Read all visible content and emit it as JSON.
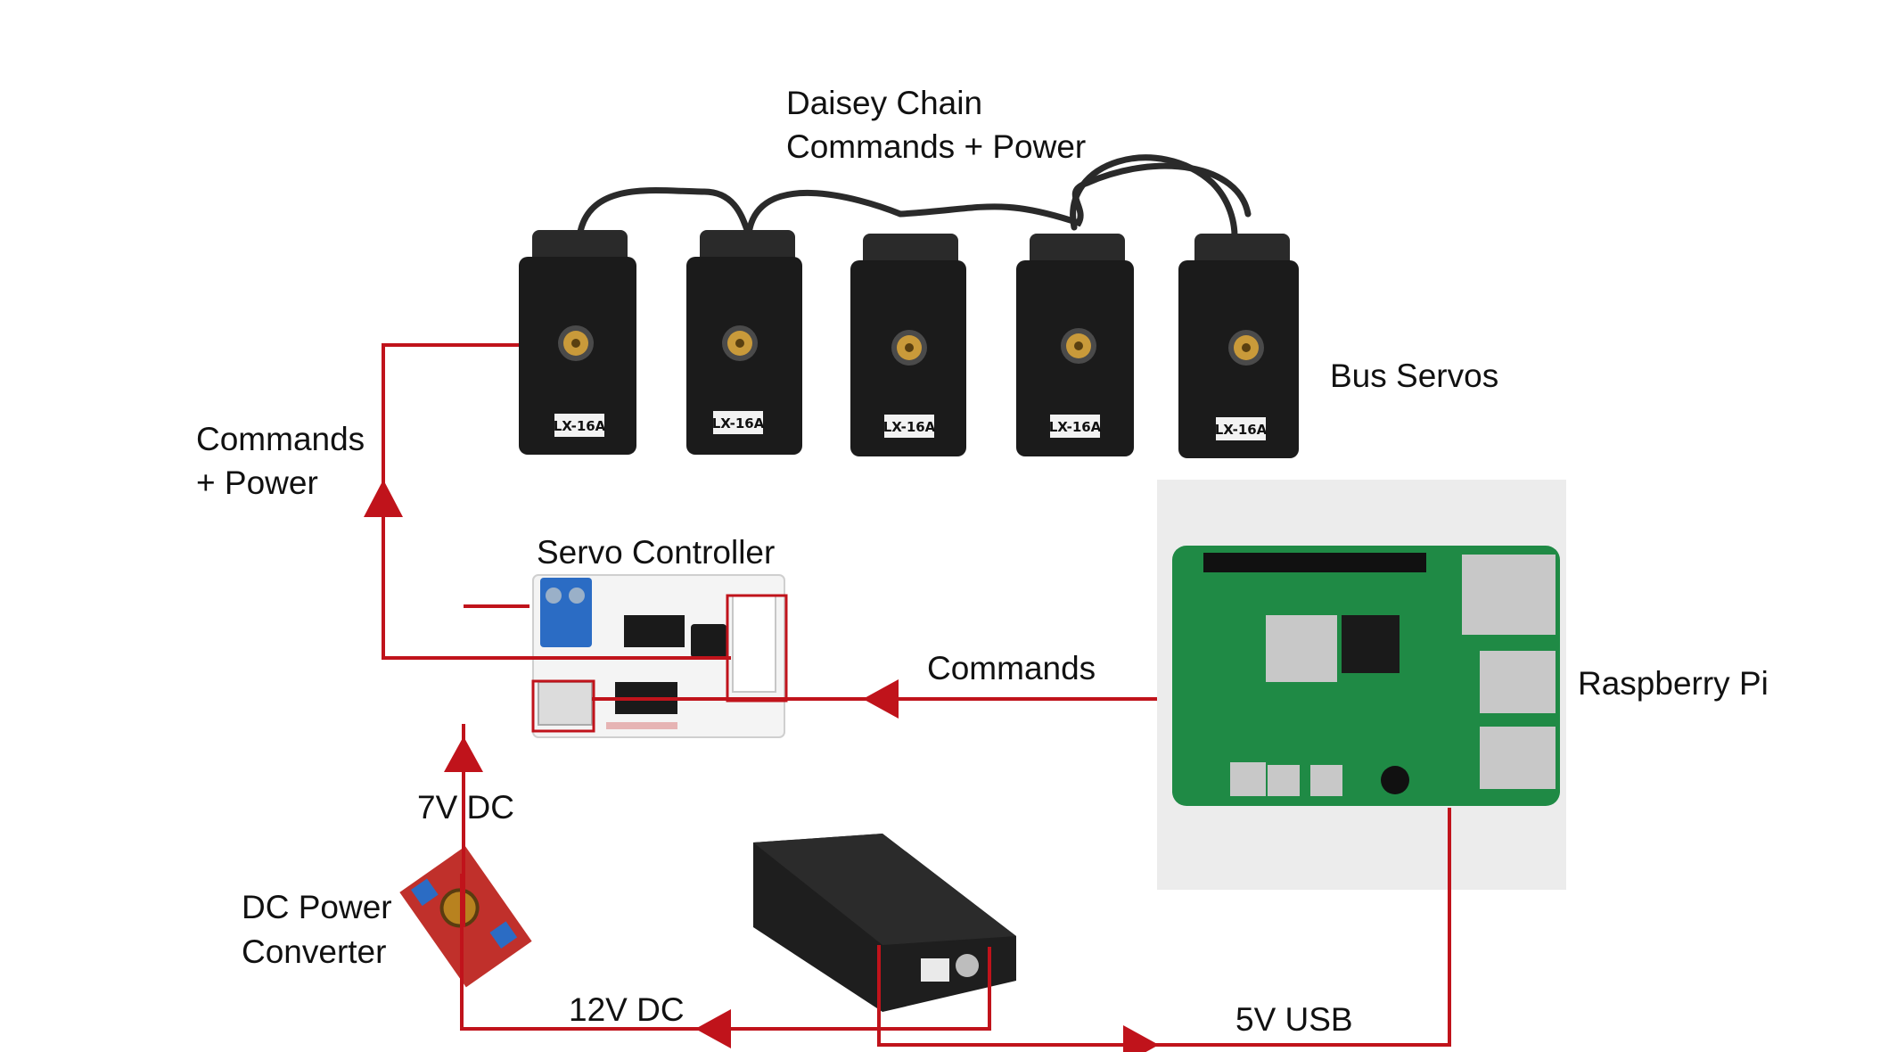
{
  "labels": {
    "daisy_chain_line1": "Daisey Chain",
    "daisy_chain_line2": "Commands + Power",
    "bus_servos": "Bus Servos",
    "commands_power_line1": "Commands",
    "commands_power_line2": "+ Power",
    "servo_controller": "Servo Controller",
    "commands": "Commands",
    "raspberry_pi": "Raspberry Pi",
    "seven_v_dc": "7V DC",
    "dc_power_converter_line1": "DC Power",
    "dc_power_converter_line2": "Converter",
    "twelve_v_dc": "12V DC",
    "five_v_usb": "5V USB"
  },
  "servos": [
    {
      "model": "LX-16A"
    },
    {
      "model": "LX-16A"
    },
    {
      "model": "LX-16A"
    },
    {
      "model": "LX-16A"
    },
    {
      "model": "LX-16A"
    }
  ],
  "colors": {
    "wire": "#c0131b",
    "servo_body": "#1b1b1b",
    "pcb_green": "#1f8a45",
    "controller_board": "#f4f4f4",
    "terminal_blue": "#2b6cc4",
    "battery": "#1e1e1e"
  },
  "icons": {
    "servo": "servo-motor-icon",
    "servo_controller": "servo-controller-board-icon",
    "raspberry_pi": "raspberry-pi-board-icon",
    "battery": "battery-pack-icon",
    "dc_converter": "dc-converter-board-icon"
  }
}
